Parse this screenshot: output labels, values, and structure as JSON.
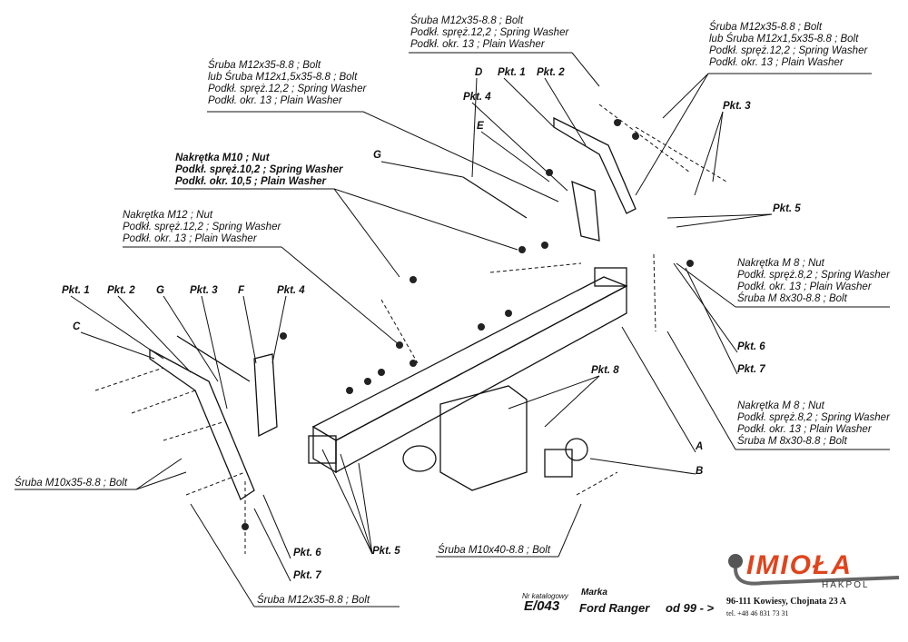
{
  "blocks": {
    "top_center": [
      "Śruba M12x35-8.8 ; Bolt",
      "Podkł. spręż.12,2 ; Spring Washer",
      "Podkł. okr. 13 ; Plain Washer"
    ],
    "top_right": [
      "Śruba M12x35-8.8 ;  Bolt",
      "lub Śruba M12x1,5x35-8.8 ;  Bolt",
      "Podkł. spręż.12,2 ; Spring Washer",
      "Podkł. okr. 13 ; Plain Washer"
    ],
    "top_left": [
      "Śruba M12x35-8.8 ;  Bolt",
      "lub Śruba M12x1,5x35-8.8 ;  Bolt",
      "Podkł. spręż.12,2 ; Spring Washer",
      "Podkł. okr. 13 ; Plain Washer"
    ],
    "nut_m10": [
      "Nakrętka  M10 ; Nut",
      "Podkł. spręż.10,2 ; Spring Washer",
      "Podkł. okr. 10,5 ; Plain Washer"
    ],
    "nut_m12": [
      "Nakrętka  M12 ; Nut",
      "Podkł. spręż.12,2 ; Spring Washer",
      "Podkł. okr. 13 ; Plain Washer"
    ],
    "nut_m8_a": [
      "Nakrętka  M 8 ; Nut",
      "Podkł. spręż.8,2 ; Spring Washer",
      "Podkł. okr. 13 ; Plain Washer",
      "Śruba M 8x30-8.8 ;  Bolt"
    ],
    "nut_m8_b": [
      "Nakrętka  M 8 ; Nut",
      "Podkł. spręż.8,2 ; Spring Washer",
      "Podkł. okr. 13 ; Plain Washer",
      "Śruba M 8x30-8.8 ;  Bolt"
    ],
    "bolt_m10x35": "Śruba M10x35-8.8 ;  Bolt",
    "bolt_m10x40": "Śruba M10x40-8.8 ;  Bolt",
    "bolt_m12x35_bottom": "Śruba M12x35-8.8 ;  Bolt"
  },
  "labels": {
    "D": "D",
    "E": "E",
    "G1": "G",
    "G2": "G",
    "F": "F",
    "C": "C",
    "A": "A",
    "B": "B",
    "pkt1_top": "Pkt. 1",
    "pkt2_top": "Pkt. 2",
    "pkt4_top": "Pkt. 4",
    "pkt3_right": "Pkt. 3",
    "pkt5_right": "Pkt. 5",
    "pkt6_right": "Pkt. 6",
    "pkt7_right": "Pkt. 7",
    "pkt1_left": "Pkt. 1",
    "pkt2_left": "Pkt. 2",
    "pkt3_left": "Pkt. 3",
    "pkt4_left": "Pkt. 4",
    "pkt8": "Pkt. 8",
    "pkt6_bottom": "Pkt. 6",
    "pkt7_bottom": "Pkt. 7",
    "pkt5_bottom": "Pkt. 5"
  },
  "footer": {
    "catalog_label": "Nr katalogowy",
    "catalog_no": "E/043",
    "brand_label": "Marka",
    "brand": "Ford Ranger",
    "from": "od  99 - >",
    "logo": "IMIOŁA",
    "logo_sub": "HAKPOL",
    "address": "96-111 Kowiesy, Chojnata 23 A",
    "tel": "tel. +48 46 831 73 31"
  },
  "colors": {
    "logo": "#e0441c",
    "line": "#111111"
  }
}
